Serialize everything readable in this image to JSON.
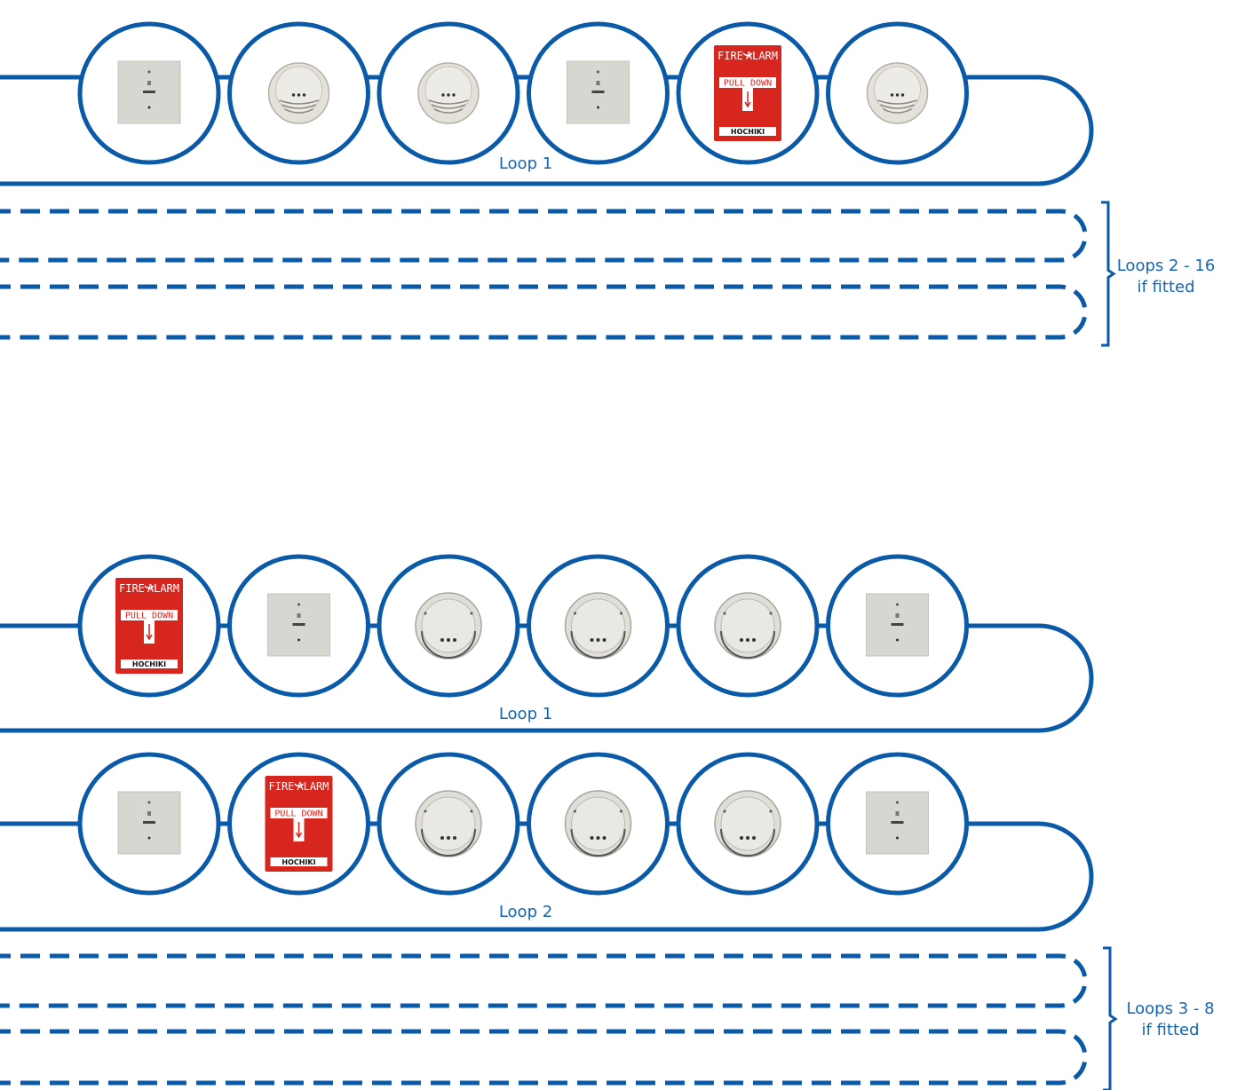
{
  "colors": {
    "loop_line": "#0a5aa8",
    "label_text": "#1665b0",
    "alarm_red": "#d7261e",
    "device_grey": "#d8d6d0",
    "background": "#ffffff"
  },
  "diagram_top": {
    "loops": [
      {
        "label": "Loop 1",
        "line_style": "solid",
        "devices": [
          {
            "type": "interface-module-icon"
          },
          {
            "type": "heat-detector-icon"
          },
          {
            "type": "heat-detector-icon"
          },
          {
            "type": "interface-module-icon"
          },
          {
            "type": "manual-call-point-icon",
            "text_top_left": "FIRE",
            "text_top_right": "ALARM",
            "text_middle": "PULL DOWN",
            "brand": "HOCHIKI"
          },
          {
            "type": "heat-detector-icon"
          }
        ]
      }
    ],
    "optional_group": {
      "line1": "Loops 2 - 16",
      "line2": "if fitted"
    }
  },
  "diagram_bottom": {
    "loops": [
      {
        "label": "Loop 1",
        "line_style": "solid",
        "devices": [
          {
            "type": "manual-call-point-icon",
            "text_top_left": "FIRE",
            "text_top_right": "ALARM",
            "text_middle": "PULL DOWN",
            "brand": "HOCHIKI"
          },
          {
            "type": "interface-module-icon"
          },
          {
            "type": "smoke-detector-icon"
          },
          {
            "type": "smoke-detector-icon"
          },
          {
            "type": "smoke-detector-icon"
          },
          {
            "type": "interface-module-icon"
          }
        ]
      },
      {
        "label": "Loop 2",
        "line_style": "solid",
        "devices": [
          {
            "type": "interface-module-icon"
          },
          {
            "type": "manual-call-point-icon",
            "text_top_left": "FIRE",
            "text_top_right": "ALARM",
            "text_middle": "PULL DOWN",
            "brand": "HOCHIKI"
          },
          {
            "type": "smoke-detector-icon"
          },
          {
            "type": "smoke-detector-icon"
          },
          {
            "type": "smoke-detector-icon"
          },
          {
            "type": "interface-module-icon"
          }
        ]
      }
    ],
    "optional_group": {
      "line1": "Loops 3 - 8",
      "line2": "if fitted"
    }
  }
}
